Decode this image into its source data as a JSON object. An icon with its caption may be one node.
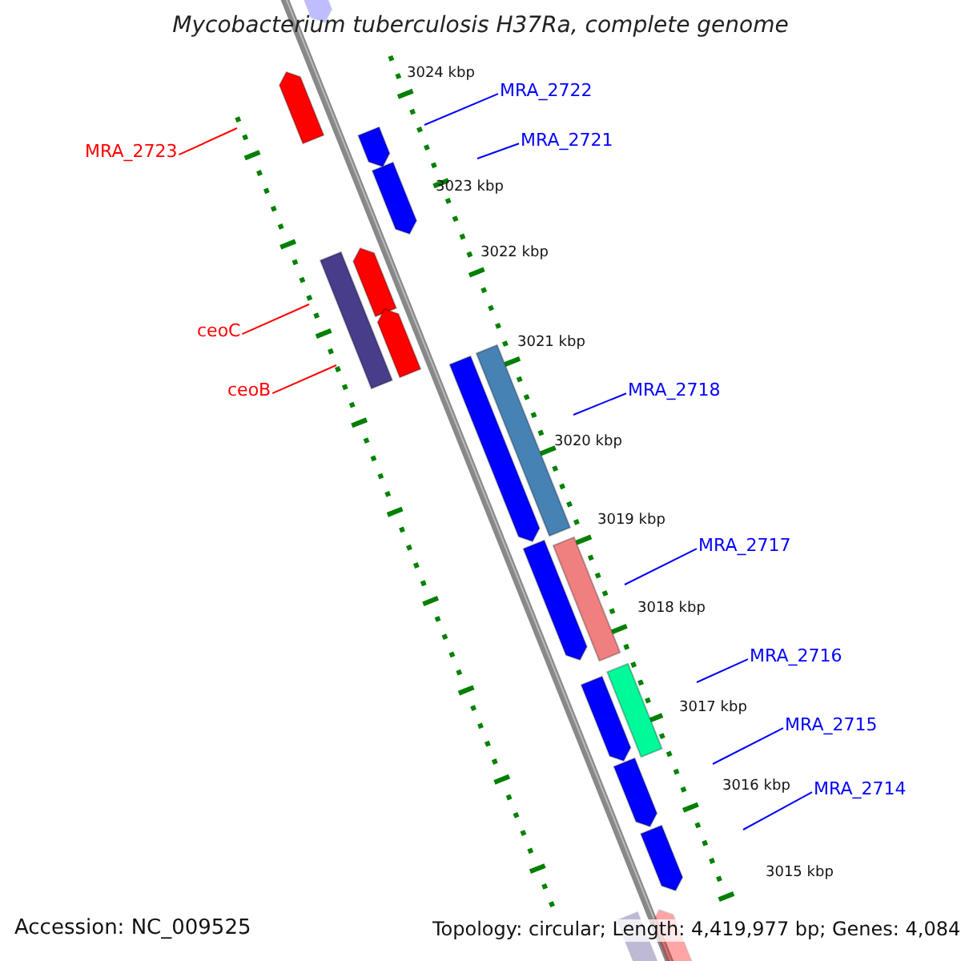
{
  "diagram": {
    "title": "Mycobacterium tuberculosis H37Ra, complete genome",
    "nodes": [
      {
        "text": [
          "MRA_2723"
        ]
      },
      {
        "text": [
          "MRA_2722"
        ]
      },
      {
        "text": [
          "MRA_2721"
        ]
      },
      {
        "text": [
          "ceoC"
        ]
      },
      {
        "text": [
          "ceoB"
        ]
      },
      {
        "text": [
          "MRA_2718"
        ]
      },
      {
        "text": [
          "MRA_2717"
        ]
      },
      {
        "text": [
          "MRA_2716"
        ]
      },
      {
        "text": [
          "MRA_2715"
        ]
      },
      {
        "text": [
          "MRA_2714"
        ]
      }
    ],
    "edges": [
      {
        "from": 0,
        "to": null,
        "arrow": "none",
        "color": "#ff0000"
      },
      {
        "from": 1,
        "to": null,
        "arrow": "none"
      },
      {
        "from": 2,
        "to": null,
        "arrow": "none"
      },
      {
        "from": 3,
        "to": null,
        "arrow": "none",
        "color": "#ff0000"
      },
      {
        "from": 4,
        "to": null,
        "arrow": "none",
        "color": "#ff0000"
      },
      {
        "from": 5,
        "to": null,
        "arrow": "none"
      },
      {
        "from": 6,
        "to": null,
        "arrow": "none"
      },
      {
        "from": 7,
        "to": null,
        "arrow": "none"
      },
      {
        "from": 8,
        "to": null,
        "arrow": "none"
      },
      {
        "from": 9,
        "to": null,
        "arrow": "none"
      }
    ],
    "labels": [
      "3024 kbp",
      "3023 kbp",
      "3022 kbp",
      "3021 kbp",
      "3020 kbp",
      "3019 kbp",
      "3018 kbp",
      "3017 kbp",
      "3016 kbp",
      "3015 kbp",
      "Accession: NC_009525",
      "Topology: circular; Length: 4,419,977 bp; Genes: 4,084"
    ]
  }
}
